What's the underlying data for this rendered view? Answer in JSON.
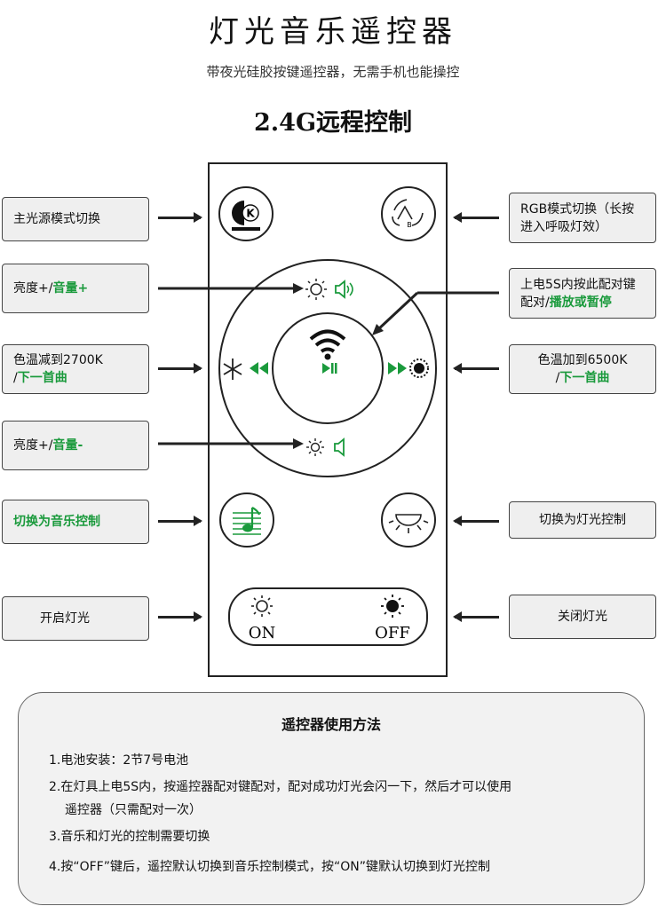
{
  "header": {
    "title": "灯光音乐遥控器",
    "subtitle": "带夜光硅胶按键遥控器，无需手机也能操控",
    "range": "2.4G远程控制"
  },
  "callouts": {
    "main_light": "主光源模式切换",
    "rgb_mode": "RGB模式切换（长按进入呼吸灯效）",
    "bright_up": {
      "text": "亮度+/",
      "alt": "音量+"
    },
    "pairing": {
      "text": "上电5S内按此配对键配对/",
      "alt": "播放或暂停"
    },
    "temp_down": {
      "text": "色温减到2700K",
      "sep": "/",
      "alt": "下一首曲"
    },
    "temp_up": {
      "text": "色温加到6500K",
      "sep": "/",
      "alt": "下一首曲"
    },
    "bright_down": {
      "text": "亮度+/",
      "alt": "音量-"
    },
    "to_music": "切换为音乐控制",
    "to_light": "切换为灯光控制",
    "light_on": "开启灯光",
    "light_off": "关闭灯光"
  },
  "remote": {
    "on_label": "ON",
    "off_label": "OFF",
    "k_label": "K",
    "b_label": "B"
  },
  "instructions": {
    "title": "遥控器使用方法",
    "step1": "1.电池安装：2节7号电池",
    "step2a": "2.在灯具上电5S内，按遥控器配对键配对，配对成功灯光会闪一下，然后才可以使用",
    "step2b": "遥控器（只需配对一次）",
    "step3": "3.音乐和灯光的控制需要切换",
    "step4": "4.按“OFF”键后，遥控默认切换到音乐控制模式，按“ON”键默认切换到灯光控制"
  },
  "colors": {
    "accent_green": "#1a9a3c",
    "outline": "#222222",
    "panel": "#efefef"
  }
}
